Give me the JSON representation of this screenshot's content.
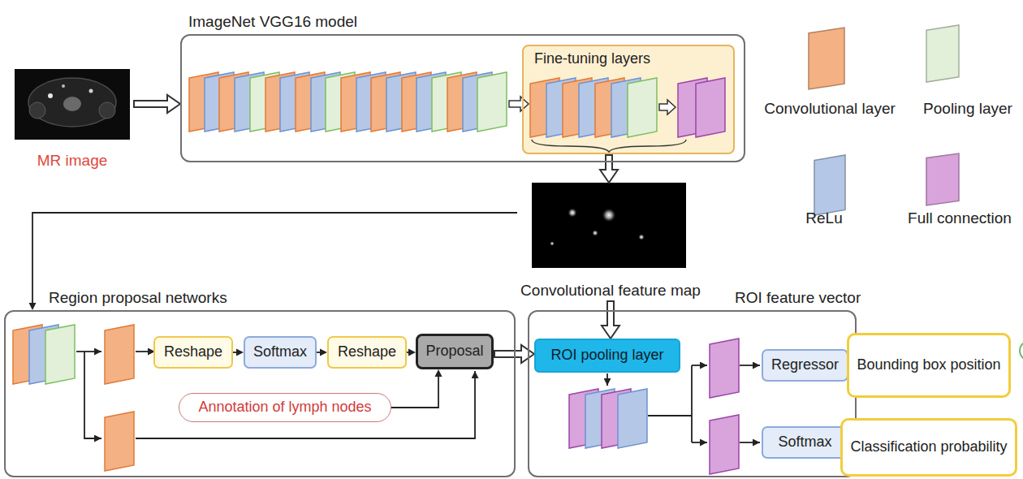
{
  "diagram": {
    "nodes": [
      {
        "text": [
          "MR image"
        ]
      },
      {
        "text": [
          "ImageNet VGG16 model"
        ]
      },
      {
        "text": [
          "Fine-tuning layers"
        ],
        "in": 1
      },
      {
        "text": [
          "Convolutional feature map"
        ]
      },
      {
        "text": [
          "Region proposal networks"
        ]
      },
      {
        "text": [
          "Reshape"
        ],
        "in": 4
      },
      {
        "text": [
          "Softmax"
        ],
        "in": 4
      },
      {
        "text": [
          "Reshape"
        ],
        "in": 4
      },
      {
        "text": [
          "Proposal"
        ],
        "in": 4
      },
      {
        "text": [
          "Annotation of lymph nodes"
        ],
        "in": 4
      },
      {
        "text": [
          "ROI feature vector"
        ]
      },
      {
        "text": [
          "ROI pooling layer"
        ],
        "in": 10
      },
      {
        "text": [
          "Regressor"
        ],
        "in": 10
      },
      {
        "text": [
          "Softmax"
        ],
        "in": 10
      },
      {
        "text": [
          "Bounding box position"
        ]
      },
      {
        "text": [
          "Classification probability"
        ]
      }
    ],
    "edges": [
      {
        "from": 0,
        "to": 1,
        "arrow": "to"
      },
      {
        "from": 2,
        "to": 3,
        "arrow": "to"
      },
      {
        "from": 3,
        "to": 4,
        "arrow": "to"
      },
      {
        "from": 3,
        "to": 11,
        "arrow": "to"
      },
      {
        "from": 5,
        "to": 6,
        "arrow": "to"
      },
      {
        "from": 6,
        "to": 7,
        "arrow": "to"
      },
      {
        "from": 7,
        "to": 8,
        "arrow": "to"
      },
      {
        "from": 9,
        "to": 8,
        "arrow": "to"
      },
      {
        "from": 8,
        "to": 11,
        "arrow": "to"
      },
      {
        "from": 12,
        "to": 14,
        "arrow": "to"
      },
      {
        "from": 13,
        "to": 15,
        "arrow": "to"
      }
    ],
    "legend": [
      {
        "text": "Convolutional layer",
        "color": "#f4b183"
      },
      {
        "text": "Pooling layer",
        "color": "#e2f0d9"
      },
      {
        "text": "ReLu",
        "color": "#b4c7e7"
      },
      {
        "text": "Full connection",
        "color": "#d9a3dc"
      }
    ]
  }
}
